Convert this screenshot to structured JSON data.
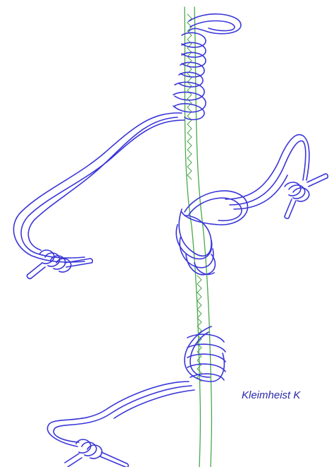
{
  "caption": {
    "text": "Kleimheist K"
  },
  "colors": {
    "accessory_cord": "#3a36d8",
    "main_rope": "#4aa84a",
    "caption": "#2a2aa8",
    "background": "#ffffff"
  },
  "figure": {
    "icons": [
      "main-rope",
      "prusik-knot",
      "bachmann-knot",
      "klemheist-knot",
      "double-fishermans-knot"
    ]
  }
}
